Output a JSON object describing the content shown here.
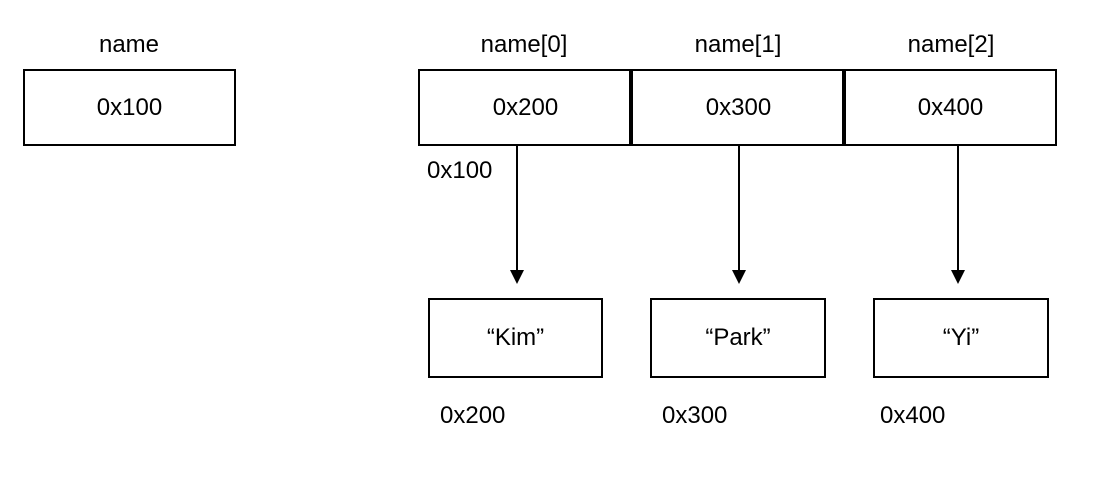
{
  "pointer_variable": {
    "label": "name",
    "value": "0x100"
  },
  "array": {
    "cells": [
      {
        "label": "name[0]",
        "value": "0x200"
      },
      {
        "label": "name[1]",
        "value": "0x300"
      },
      {
        "label": "name[2]",
        "value": "0x400"
      }
    ],
    "address": "0x100"
  },
  "strings": [
    {
      "value": "“Kim”",
      "address": "0x200"
    },
    {
      "value": "“Park”",
      "address": "0x300"
    },
    {
      "value": "“Yi”",
      "address": "0x400"
    }
  ]
}
